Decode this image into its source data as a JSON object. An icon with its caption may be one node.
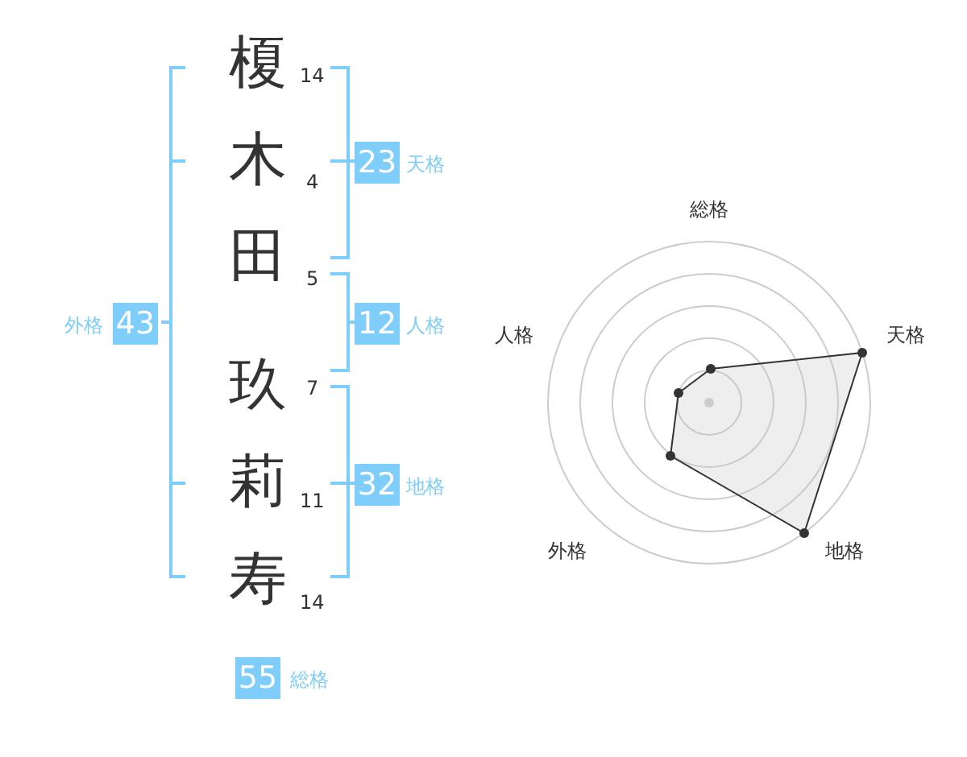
{
  "diagram": {
    "nodes": [
      {
        "text": [
          "23"
        ],
        "beside": [
          "天格"
        ]
      },
      {
        "text": [
          "43"
        ],
        "beside": [
          "外格"
        ]
      },
      {
        "text": [
          "12"
        ],
        "beside": [
          "人格"
        ]
      },
      {
        "text": [
          "32"
        ],
        "beside": [
          "地格"
        ]
      },
      {
        "text": [
          "55"
        ],
        "beside": [
          "総格"
        ]
      }
    ],
    "labels": [
      "榎",
      "14",
      "木",
      "4",
      "田",
      "5",
      "玖",
      "7",
      "莉",
      "11",
      "寿",
      "14",
      "総格",
      "人格",
      "天格",
      "外格",
      "地格"
    ]
  }
}
